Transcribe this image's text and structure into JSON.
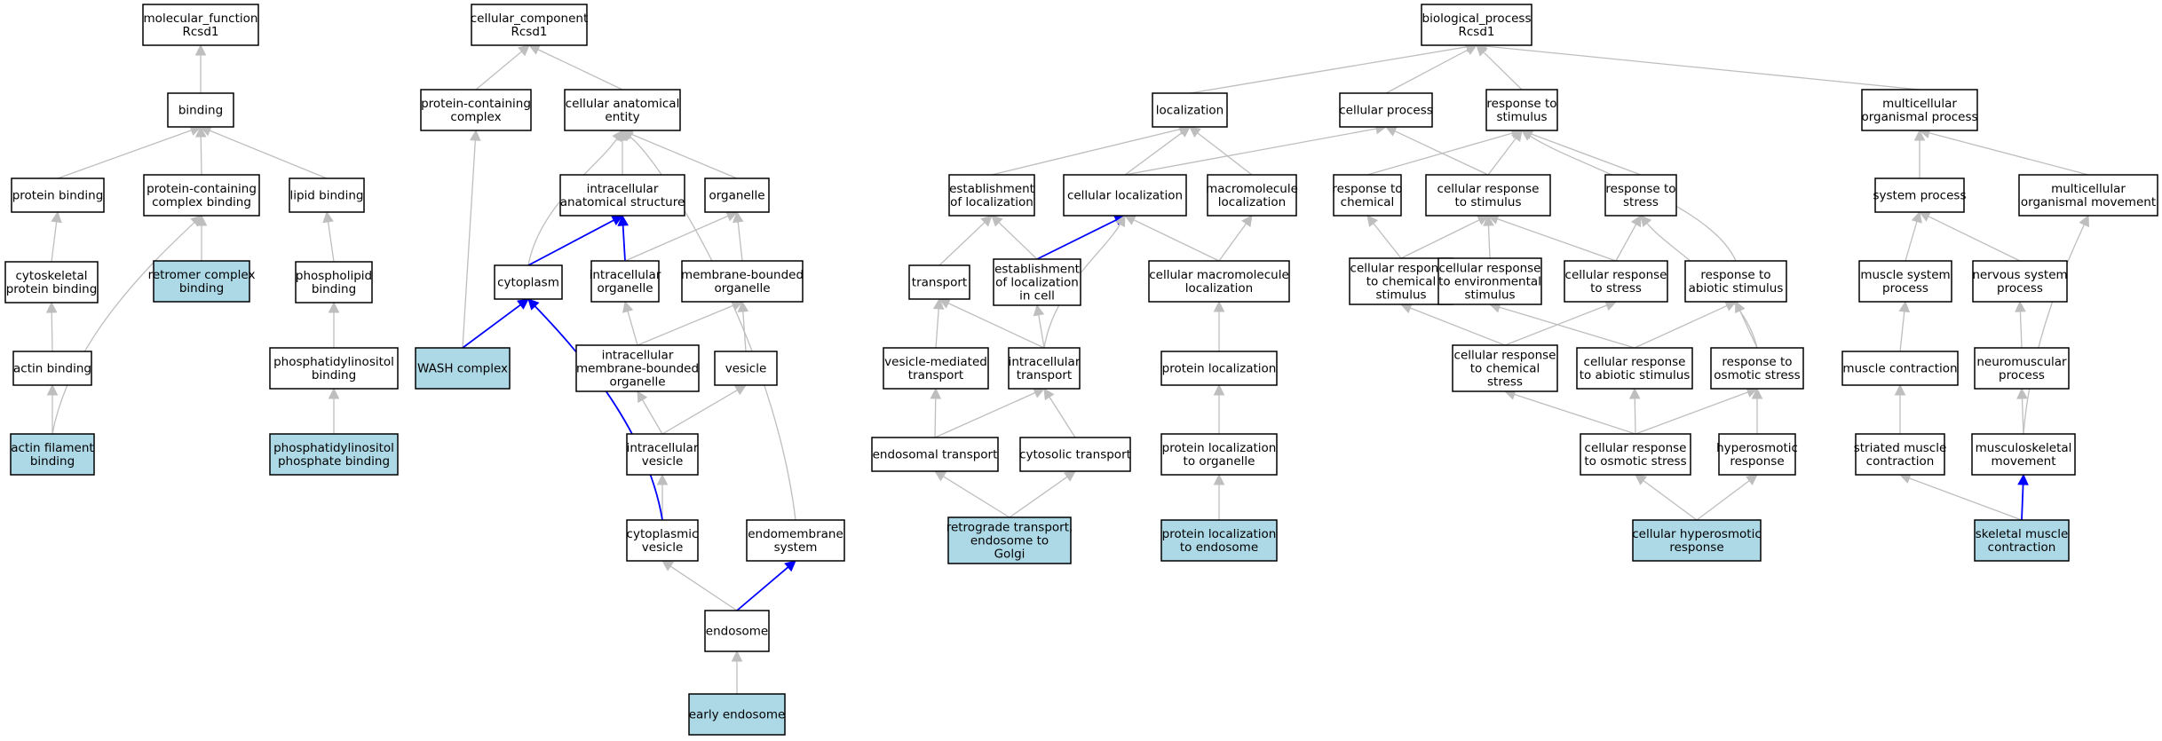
{
  "colors": {
    "edge_default": "#bebebe",
    "edge_highlight": "#0000ff",
    "node_fill": "#ffffff",
    "node_fill_highlight": "#add8e6",
    "node_stroke": "#000000"
  },
  "nodes": [
    {
      "id": "mf",
      "lines": [
        "molecular_function",
        "Rcsd1"
      ],
      "hl": false
    },
    {
      "id": "binding",
      "lines": [
        "binding"
      ],
      "hl": false
    },
    {
      "id": "protein_binding",
      "lines": [
        "protein binding"
      ],
      "hl": false
    },
    {
      "id": "pc_binding",
      "lines": [
        "protein-containing",
        "complex binding"
      ],
      "hl": false
    },
    {
      "id": "lipid_binding",
      "lines": [
        "lipid binding"
      ],
      "hl": false
    },
    {
      "id": "cytosk_binding",
      "lines": [
        "cytoskeletal",
        "protein binding"
      ],
      "hl": false
    },
    {
      "id": "retromer",
      "lines": [
        "retromer complex",
        "binding"
      ],
      "hl": true
    },
    {
      "id": "phospholipid",
      "lines": [
        "phospholipid",
        "binding"
      ],
      "hl": false
    },
    {
      "id": "actin_binding",
      "lines": [
        "actin binding"
      ],
      "hl": false
    },
    {
      "id": "pi_binding",
      "lines": [
        "phosphatidylinositol",
        "binding"
      ],
      "hl": false
    },
    {
      "id": "actin_filament",
      "lines": [
        "actin filament",
        "binding"
      ],
      "hl": true
    },
    {
      "id": "pip_binding",
      "lines": [
        "phosphatidylinositol",
        "phosphate binding"
      ],
      "hl": true
    },
    {
      "id": "cc",
      "lines": [
        "cellular_component",
        "Rcsd1"
      ],
      "hl": false
    },
    {
      "id": "pcc",
      "lines": [
        "protein-containing",
        "complex"
      ],
      "hl": false
    },
    {
      "id": "cae",
      "lines": [
        "cellular anatomical",
        "entity"
      ],
      "hl": false
    },
    {
      "id": "ias",
      "lines": [
        "intracellular",
        "anatomical structure"
      ],
      "hl": false
    },
    {
      "id": "organelle",
      "lines": [
        "organelle"
      ],
      "hl": false
    },
    {
      "id": "cytoplasm",
      "lines": [
        "cytoplasm"
      ],
      "hl": false
    },
    {
      "id": "io",
      "lines": [
        "intracellular",
        "organelle"
      ],
      "hl": false
    },
    {
      "id": "mbo",
      "lines": [
        "membrane-bounded",
        "organelle"
      ],
      "hl": false
    },
    {
      "id": "wash",
      "lines": [
        "WASH complex"
      ],
      "hl": true
    },
    {
      "id": "imbo",
      "lines": [
        "intracellular",
        "membrane-bounded",
        "organelle"
      ],
      "hl": false
    },
    {
      "id": "vesicle",
      "lines": [
        "vesicle"
      ],
      "hl": false
    },
    {
      "id": "ivesicle",
      "lines": [
        "intracellular",
        "vesicle"
      ],
      "hl": false
    },
    {
      "id": "cvesicle",
      "lines": [
        "cytoplasmic",
        "vesicle"
      ],
      "hl": false
    },
    {
      "id": "endomem",
      "lines": [
        "endomembrane",
        "system"
      ],
      "hl": false
    },
    {
      "id": "endosome",
      "lines": [
        "endosome"
      ],
      "hl": false
    },
    {
      "id": "early_endo",
      "lines": [
        "early endosome"
      ],
      "hl": true
    },
    {
      "id": "bp",
      "lines": [
        "biological_process",
        "Rcsd1"
      ],
      "hl": false
    },
    {
      "id": "localization",
      "lines": [
        "localization"
      ],
      "hl": false
    },
    {
      "id": "cproc",
      "lines": [
        "cellular process"
      ],
      "hl": false
    },
    {
      "id": "resp_stim",
      "lines": [
        "response to",
        "stimulus"
      ],
      "hl": false
    },
    {
      "id": "mop",
      "lines": [
        "multicellular",
        "organismal process"
      ],
      "hl": false
    },
    {
      "id": "est_loc",
      "lines": [
        "establishment",
        "of localization"
      ],
      "hl": false
    },
    {
      "id": "cell_loc",
      "lines": [
        "cellular localization"
      ],
      "hl": false
    },
    {
      "id": "macro_loc",
      "lines": [
        "macromolecule",
        "localization"
      ],
      "hl": false
    },
    {
      "id": "resp_chem",
      "lines": [
        "response to",
        "chemical"
      ],
      "hl": false
    },
    {
      "id": "cresp_stim",
      "lines": [
        "cellular response",
        "to stimulus"
      ],
      "hl": false
    },
    {
      "id": "resp_stress",
      "lines": [
        "response to",
        "stress"
      ],
      "hl": false
    },
    {
      "id": "sysproc",
      "lines": [
        "system process"
      ],
      "hl": false
    },
    {
      "id": "mom",
      "lines": [
        "multicellular",
        "organismal movement"
      ],
      "hl": false
    },
    {
      "id": "transport",
      "lines": [
        "transport"
      ],
      "hl": false
    },
    {
      "id": "est_loc_cell",
      "lines": [
        "establishment",
        "of localization",
        "in cell"
      ],
      "hl": false
    },
    {
      "id": "cmacro_loc",
      "lines": [
        "cellular macromolecule",
        "localization"
      ],
      "hl": false
    },
    {
      "id": "cresp_chem",
      "lines": [
        "cellular response",
        "to chemical",
        "stimulus"
      ],
      "hl": false
    },
    {
      "id": "cresp_env",
      "lines": [
        "cellular response",
        "to environmental",
        "stimulus"
      ],
      "hl": false
    },
    {
      "id": "cresp_stress",
      "lines": [
        "cellular response",
        "to stress"
      ],
      "hl": false
    },
    {
      "id": "resp_abiotic",
      "lines": [
        "response to",
        "abiotic stimulus"
      ],
      "hl": false
    },
    {
      "id": "msp",
      "lines": [
        "muscle system",
        "process"
      ],
      "hl": false
    },
    {
      "id": "nsp",
      "lines": [
        "nervous system",
        "process"
      ],
      "hl": false
    },
    {
      "id": "vmt",
      "lines": [
        "vesicle-mediated",
        "transport"
      ],
      "hl": false
    },
    {
      "id": "ict",
      "lines": [
        "intracellular",
        "transport"
      ],
      "hl": false
    },
    {
      "id": "prot_loc",
      "lines": [
        "protein localization"
      ],
      "hl": false
    },
    {
      "id": "cresp_chem_stress",
      "lines": [
        "cellular response",
        "to chemical",
        "stress"
      ],
      "hl": false
    },
    {
      "id": "cresp_abiotic",
      "lines": [
        "cellular response",
        "to abiotic stimulus"
      ],
      "hl": false
    },
    {
      "id": "resp_osm",
      "lines": [
        "response to",
        "osmotic stress"
      ],
      "hl": false
    },
    {
      "id": "mcontr",
      "lines": [
        "muscle contraction"
      ],
      "hl": false
    },
    {
      "id": "nmp",
      "lines": [
        "neuromuscular",
        "process"
      ],
      "hl": false
    },
    {
      "id": "endo_trans",
      "lines": [
        "endosomal transport"
      ],
      "hl": false
    },
    {
      "id": "cyto_trans",
      "lines": [
        "cytosolic transport"
      ],
      "hl": false
    },
    {
      "id": "prot_loc_org",
      "lines": [
        "protein localization",
        "to organelle"
      ],
      "hl": false
    },
    {
      "id": "cresp_osm",
      "lines": [
        "cellular response",
        "to osmotic stress"
      ],
      "hl": false
    },
    {
      "id": "hyperosm",
      "lines": [
        "hyperosmotic",
        "response"
      ],
      "hl": false
    },
    {
      "id": "smc",
      "lines": [
        "striated muscle",
        "contraction"
      ],
      "hl": false
    },
    {
      "id": "msk",
      "lines": [
        "musculoskeletal",
        "movement"
      ],
      "hl": false
    },
    {
      "id": "retro",
      "lines": [
        "retrograde transport,",
        "endosome to",
        "Golgi"
      ],
      "hl": true
    },
    {
      "id": "prot_loc_endo",
      "lines": [
        "protein localization",
        "to endosome"
      ],
      "hl": true
    },
    {
      "id": "chyper",
      "lines": [
        "cellular hyperosmotic",
        "response"
      ],
      "hl": true
    },
    {
      "id": "skm",
      "lines": [
        "skeletal muscle",
        "contraction"
      ],
      "hl": true
    }
  ],
  "edges": [
    {
      "from": "binding",
      "to": "mf"
    },
    {
      "from": "protein_binding",
      "to": "binding"
    },
    {
      "from": "pc_binding",
      "to": "binding"
    },
    {
      "from": "lipid_binding",
      "to": "binding"
    },
    {
      "from": "cytosk_binding",
      "to": "protein_binding"
    },
    {
      "from": "retromer",
      "to": "pc_binding"
    },
    {
      "from": "phospholipid",
      "to": "lipid_binding"
    },
    {
      "from": "actin_binding",
      "to": "cytosk_binding"
    },
    {
      "from": "pi_binding",
      "to": "phospholipid"
    },
    {
      "from": "actin_filament",
      "to": "actin_binding"
    },
    {
      "from": "actin_filament",
      "to": "pc_binding",
      "curve": true
    },
    {
      "from": "pip_binding",
      "to": "pi_binding"
    },
    {
      "from": "pcc",
      "to": "cc"
    },
    {
      "from": "cae",
      "to": "cc"
    },
    {
      "from": "ias",
      "to": "cae"
    },
    {
      "from": "organelle",
      "to": "cae"
    },
    {
      "from": "cytoplasm",
      "to": "cae",
      "curve": true
    },
    {
      "from": "cytoplasm",
      "to": "ias",
      "hl": true
    },
    {
      "from": "io",
      "to": "ias",
      "hl": true
    },
    {
      "from": "io",
      "to": "organelle"
    },
    {
      "from": "mbo",
      "to": "organelle"
    },
    {
      "from": "wash",
      "to": "pcc"
    },
    {
      "from": "wash",
      "to": "cytoplasm",
      "hl": true
    },
    {
      "from": "imbo",
      "to": "io"
    },
    {
      "from": "imbo",
      "to": "mbo"
    },
    {
      "from": "vesicle",
      "to": "mbo"
    },
    {
      "from": "ivesicle",
      "to": "imbo"
    },
    {
      "from": "ivesicle",
      "to": "vesicle"
    },
    {
      "from": "cvesicle",
      "to": "ivesicle"
    },
    {
      "from": "cvesicle",
      "to": "cytoplasm",
      "hl": true,
      "curve": true
    },
    {
      "from": "endomem",
      "to": "cae",
      "curve": true
    },
    {
      "from": "endosome",
      "to": "cvesicle"
    },
    {
      "from": "endosome",
      "to": "endomem",
      "hl": true
    },
    {
      "from": "early_endo",
      "to": "endosome"
    },
    {
      "from": "localization",
      "to": "bp"
    },
    {
      "from": "cproc",
      "to": "bp"
    },
    {
      "from": "resp_stim",
      "to": "bp"
    },
    {
      "from": "mop",
      "to": "bp"
    },
    {
      "from": "est_loc",
      "to": "localization"
    },
    {
      "from": "cell_loc",
      "to": "localization"
    },
    {
      "from": "cell_loc",
      "to": "cproc"
    },
    {
      "from": "macro_loc",
      "to": "localization"
    },
    {
      "from": "resp_chem",
      "to": "resp_stim"
    },
    {
      "from": "cresp_stim",
      "to": "resp_stim"
    },
    {
      "from": "cresp_stim",
      "to": "cproc"
    },
    {
      "from": "resp_stress",
      "to": "resp_stim"
    },
    {
      "from": "sysproc",
      "to": "mop"
    },
    {
      "from": "mom",
      "to": "mop"
    },
    {
      "from": "transport",
      "to": "est_loc"
    },
    {
      "from": "est_loc_cell",
      "to": "est_loc"
    },
    {
      "from": "est_loc_cell",
      "to": "cell_loc",
      "hl": true
    },
    {
      "from": "cmacro_loc",
      "to": "cell_loc"
    },
    {
      "from": "cmacro_loc",
      "to": "macro_loc"
    },
    {
      "from": "cresp_chem",
      "to": "resp_chem"
    },
    {
      "from": "cresp_chem",
      "to": "cresp_stim"
    },
    {
      "from": "cresp_env",
      "to": "cresp_stim"
    },
    {
      "from": "cresp_stress",
      "to": "cresp_stim"
    },
    {
      "from": "cresp_stress",
      "to": "resp_stress"
    },
    {
      "from": "resp_abiotic",
      "to": "resp_stim",
      "curve": true
    },
    {
      "from": "msp",
      "to": "sysproc"
    },
    {
      "from": "nsp",
      "to": "sysproc"
    },
    {
      "from": "vmt",
      "to": "transport"
    },
    {
      "from": "ict",
      "to": "transport"
    },
    {
      "from": "ict",
      "to": "est_loc_cell"
    },
    {
      "from": "ict",
      "to": "cell_loc",
      "curve": true
    },
    {
      "from": "prot_loc",
      "to": "cmacro_loc"
    },
    {
      "from": "cresp_chem_stress",
      "to": "cresp_chem"
    },
    {
      "from": "cresp_chem_stress",
      "to": "cresp_stress"
    },
    {
      "from": "cresp_abiotic",
      "to": "cresp_env"
    },
    {
      "from": "cresp_abiotic",
      "to": "resp_abiotic"
    },
    {
      "from": "resp_osm",
      "to": "resp_abiotic"
    },
    {
      "from": "resp_osm",
      "to": "resp_stress",
      "curve": true
    },
    {
      "from": "mcontr",
      "to": "msp"
    },
    {
      "from": "nmp",
      "to": "nsp"
    },
    {
      "from": "endo_trans",
      "to": "vmt"
    },
    {
      "from": "endo_trans",
      "to": "ict"
    },
    {
      "from": "cyto_trans",
      "to": "ict"
    },
    {
      "from": "prot_loc_org",
      "to": "prot_loc"
    },
    {
      "from": "cresp_osm",
      "to": "cresp_chem_stress"
    },
    {
      "from": "cresp_osm",
      "to": "cresp_abiotic"
    },
    {
      "from": "cresp_osm",
      "to": "resp_osm"
    },
    {
      "from": "hyperosm",
      "to": "resp_osm"
    },
    {
      "from": "smc",
      "to": "mcontr"
    },
    {
      "from": "msk",
      "to": "nmp"
    },
    {
      "from": "msk",
      "to": "mom",
      "curve": true
    },
    {
      "from": "retro",
      "to": "endo_trans"
    },
    {
      "from": "retro",
      "to": "cyto_trans"
    },
    {
      "from": "prot_loc_endo",
      "to": "prot_loc_org"
    },
    {
      "from": "chyper",
      "to": "cresp_osm"
    },
    {
      "from": "chyper",
      "to": "hyperosm"
    },
    {
      "from": "skm",
      "to": "smc"
    },
    {
      "from": "skm",
      "to": "msk",
      "hl": true
    }
  ]
}
